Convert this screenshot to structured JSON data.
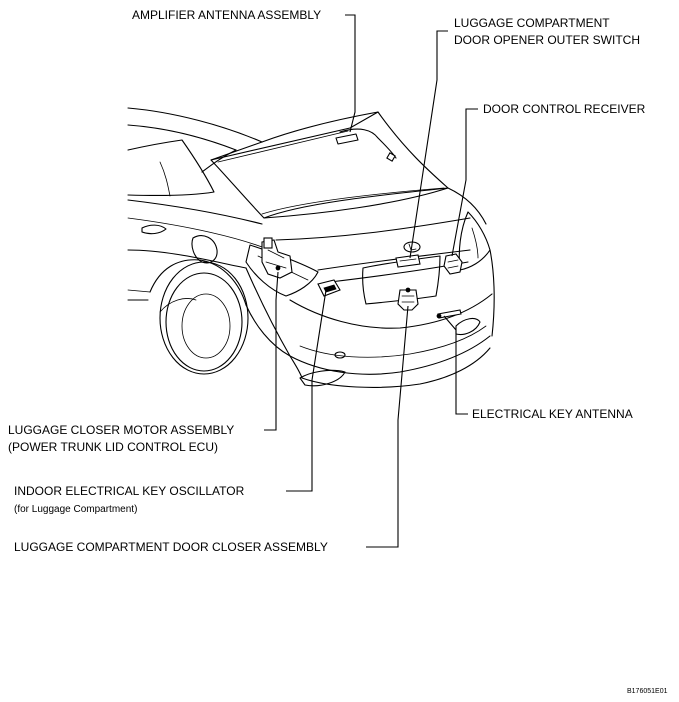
{
  "labels": {
    "amplifier_antenna": "AMPLIFIER ANTENNA ASSEMBLY",
    "opener_switch_line1": "LUGGAGE COMPARTMENT",
    "opener_switch_line2": "DOOR OPENER OUTER SWITCH",
    "door_control_receiver": "DOOR CONTROL RECEIVER",
    "closer_motor_line1": "LUGGAGE CLOSER MOTOR ASSEMBLY",
    "closer_motor_line2": "(POWER TRUNK LID CONTROL ECU)",
    "electrical_key_antenna": "ELECTRICAL KEY ANTENNA",
    "oscillator_line1": "INDOOR ELECTRICAL KEY OSCILLATOR",
    "oscillator_line2": "(for Luggage Compartment)",
    "door_closer": "LUGGAGE COMPARTMENT DOOR CLOSER ASSEMBLY"
  },
  "figure_code": "B176051E01"
}
